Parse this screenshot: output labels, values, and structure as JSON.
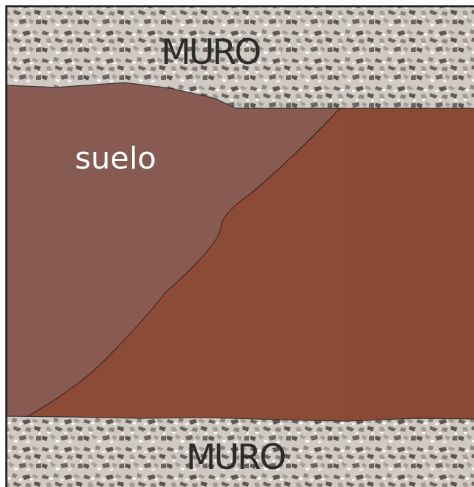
{
  "labels": {
    "wall_top": "MURO",
    "soil": "suelo",
    "wall_bottom": "MURO"
  },
  "colors": {
    "wall_base": "#cfcbc4",
    "wall_speckle_dark": "#6e655c",
    "wall_speckle_mid": "#a49d93",
    "wall_speckle_light": "#ffffff",
    "soil_pale": "#875b52",
    "soil_dark": "#8c4b37",
    "soil_right_band": "#8a4733",
    "frame": "#222222"
  }
}
